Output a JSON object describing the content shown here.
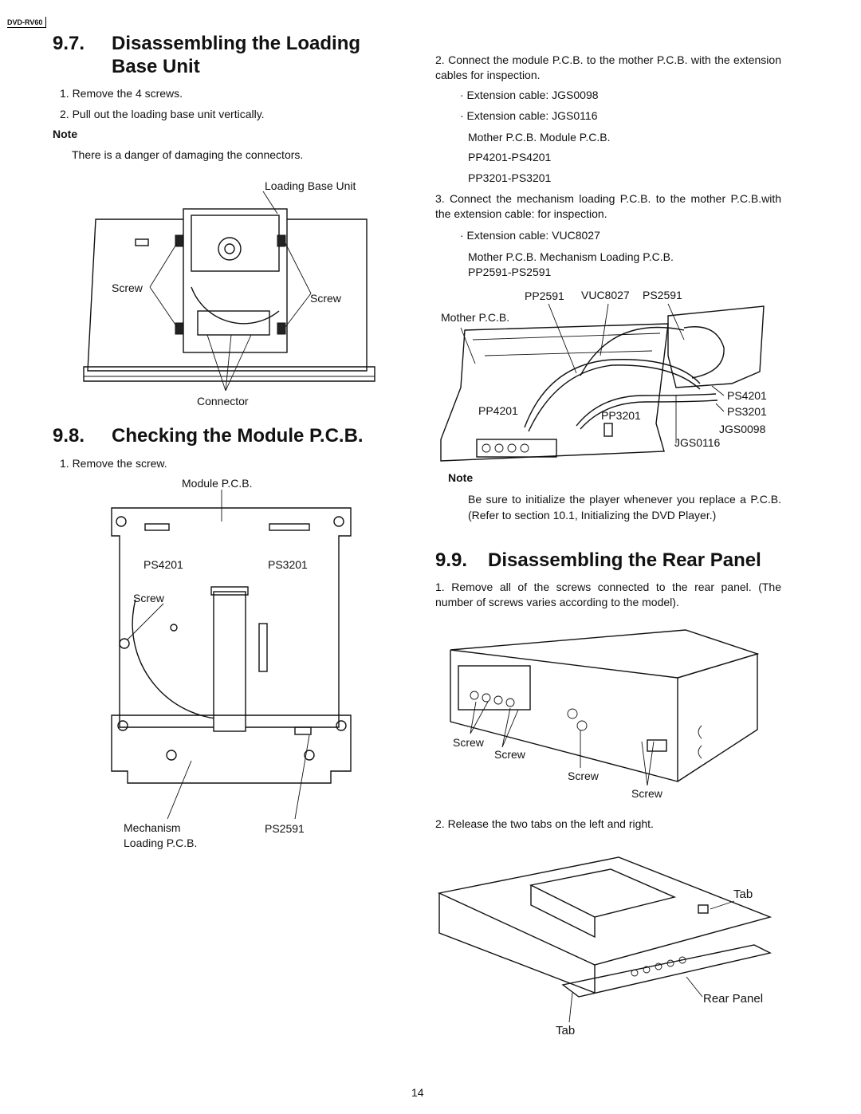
{
  "header": {
    "model": "DVD-RV60"
  },
  "sec97": {
    "num": "9.7.",
    "title_1": "Disassembling the Loading",
    "title_2": "Base Unit",
    "steps": [
      "1. Remove the 4 screws.",
      "2. Pull out the loading base unit vertically."
    ],
    "note_label": "Note",
    "note_text": "There is a danger of damaging the connectors.",
    "fig": {
      "loading_base_unit": "Loading Base Unit",
      "screw_left": "Screw",
      "screw_right": "Screw",
      "connector": "Connector"
    }
  },
  "sec98": {
    "num": "9.8.",
    "title": "Checking the Module P.C.B.",
    "step1": "1. Remove the screw.",
    "fig": {
      "module_pcb": "Module P.C.B.",
      "ps4201": "PS4201",
      "ps3201": "PS3201",
      "screw": "Screw",
      "mech_1": "Mechanism",
      "mech_2": "Loading P.C.B.",
      "ps2591": "PS2591"
    },
    "step2": "2. Connect the module P.C.B. to the mother P.C.B. with the extension cables for inspection.",
    "cable1": "· Extension cable: JGS0098",
    "cable2": "· Extension cable: JGS0116",
    "pair_header": "Mother P.C.B. Module P.C.B.",
    "pair1": "PP4201-PS4201",
    "pair2": "PP3201-PS3201",
    "step3": "3. Connect the mechanism loading P.C.B. to the mother P.C.B.with the extension cable: for inspection.",
    "cable3": "· Extension cable: VUC8027",
    "pair3_header": "Mother P.C.B. Mechanism Loading P.C.B.",
    "pair3": "PP2591-PS2591",
    "fig2": {
      "pp2591": "PP2591",
      "vuc8027": "VUC8027",
      "ps2591": "PS2591",
      "mother_pcb": "Mother P.C.B.",
      "ps4201": "PS4201",
      "pp4201": "PP4201",
      "pp3201": "PP3201",
      "ps3201": "PS3201",
      "jgs0098": "JGS0098",
      "jgs0116": "JGS0116"
    },
    "note_label": "Note",
    "note_text": "Be sure to initialize the player whenever you replace a P.C.B. (Refer to section 10.1, Initializing the DVD Player.)"
  },
  "sec99": {
    "num": "9.9.",
    "title": "Disassembling the Rear Panel",
    "step1": "1. Remove all of the screws connected to the rear panel. (The number of screws varies according to the model).",
    "fig1": {
      "screw_1": "Screw",
      "screw_2": "Screw",
      "screw_3": "Screw",
      "screw_4": "Screw"
    },
    "step2": "2. Release the two tabs on the left and right.",
    "fig2": {
      "tab_1": "Tab",
      "rear_panel": "Rear Panel",
      "tab_2": "Tab"
    }
  },
  "footer": {
    "page": "14"
  }
}
